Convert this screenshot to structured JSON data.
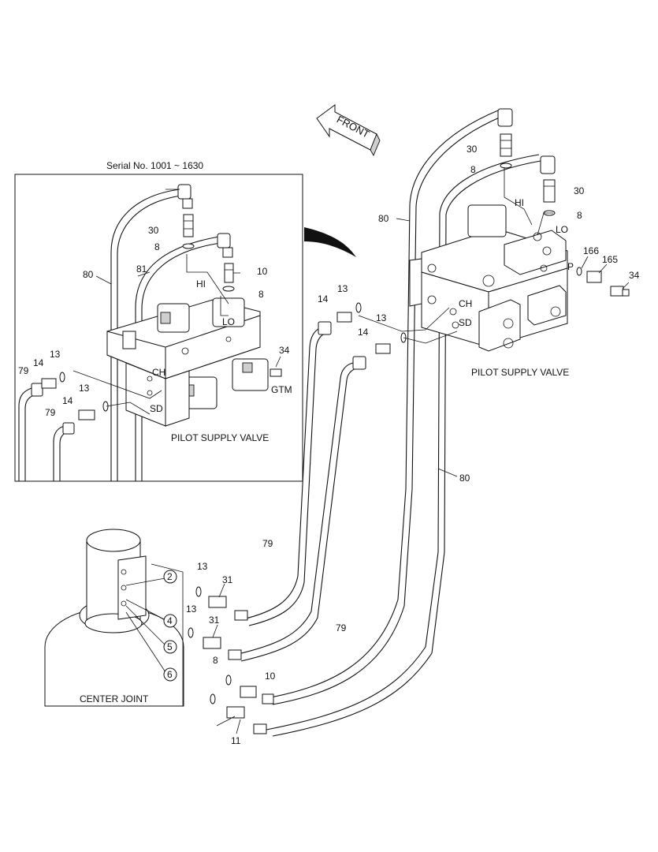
{
  "inset": {
    "title": "Serial No. 1001 ~ 1630",
    "valve_label": "PILOT SUPPLY VALVE",
    "labels": {
      "p30": "30",
      "p8a": "8",
      "p80": "80",
      "p81": "81",
      "pHI": "HI",
      "p10": "10",
      "p8b": "8",
      "pLO": "LO",
      "p34": "34",
      "pGTM": "GTM",
      "p13a": "13",
      "p79a": "79",
      "p14a": "14",
      "pCH": "CH",
      "p13b": "13",
      "p14b": "14",
      "pSD": "SD",
      "p79b": "79"
    }
  },
  "main": {
    "front_label": "FRONT",
    "valve_label": "PILOT SUPPLY VALVE",
    "center_joint_label": "CENTER JOINT",
    "labels": {
      "p30a": "30",
      "p8a": "8",
      "pHI": "HI",
      "p30b": "30",
      "p8b": "8",
      "pLO": "LO",
      "p80a": "80",
      "p166": "166",
      "p165": "165",
      "p34": "34",
      "pP": "P",
      "p13a": "13",
      "p14a": "14",
      "pCH": "CH",
      "p13b": "13",
      "p14b": "14",
      "pSD": "SD",
      "p80b": "80",
      "p79a": "79",
      "p79b": "79",
      "p13c": "13",
      "p31a": "31",
      "p13d": "13",
      "p31b": "31",
      "p8c": "8",
      "p10": "10",
      "p11": "11"
    },
    "port_circles": [
      "2",
      "4",
      "5",
      "6"
    ]
  }
}
